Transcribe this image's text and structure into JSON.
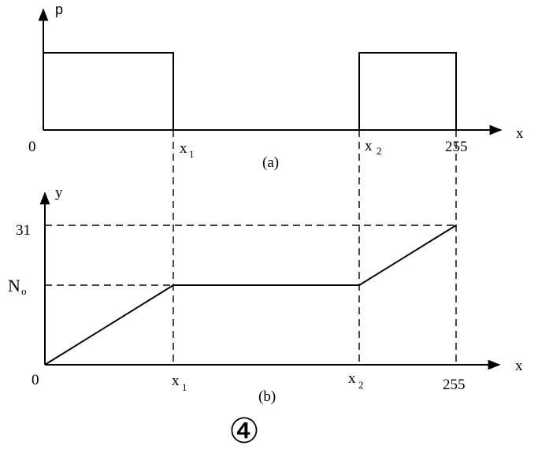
{
  "panel_a": {
    "y_axis_label": "p",
    "x_axis_label": "x",
    "origin_label": "0",
    "x1_label": "x",
    "x1_sub": "1",
    "x2_label": "x",
    "x2_sub": "2",
    "end_label": "255",
    "caption": "(a)"
  },
  "panel_b": {
    "y_axis_label": "y",
    "x_axis_label": "x",
    "origin_label": "0",
    "tick_31": "31",
    "n0_label": "N",
    "n0_sub": "o",
    "x1_label": "x",
    "x1_sub": "1",
    "x2_label": "x",
    "x2_sub": "2",
    "end_label": "255",
    "caption": "(b)"
  },
  "figure_number": "④"
}
